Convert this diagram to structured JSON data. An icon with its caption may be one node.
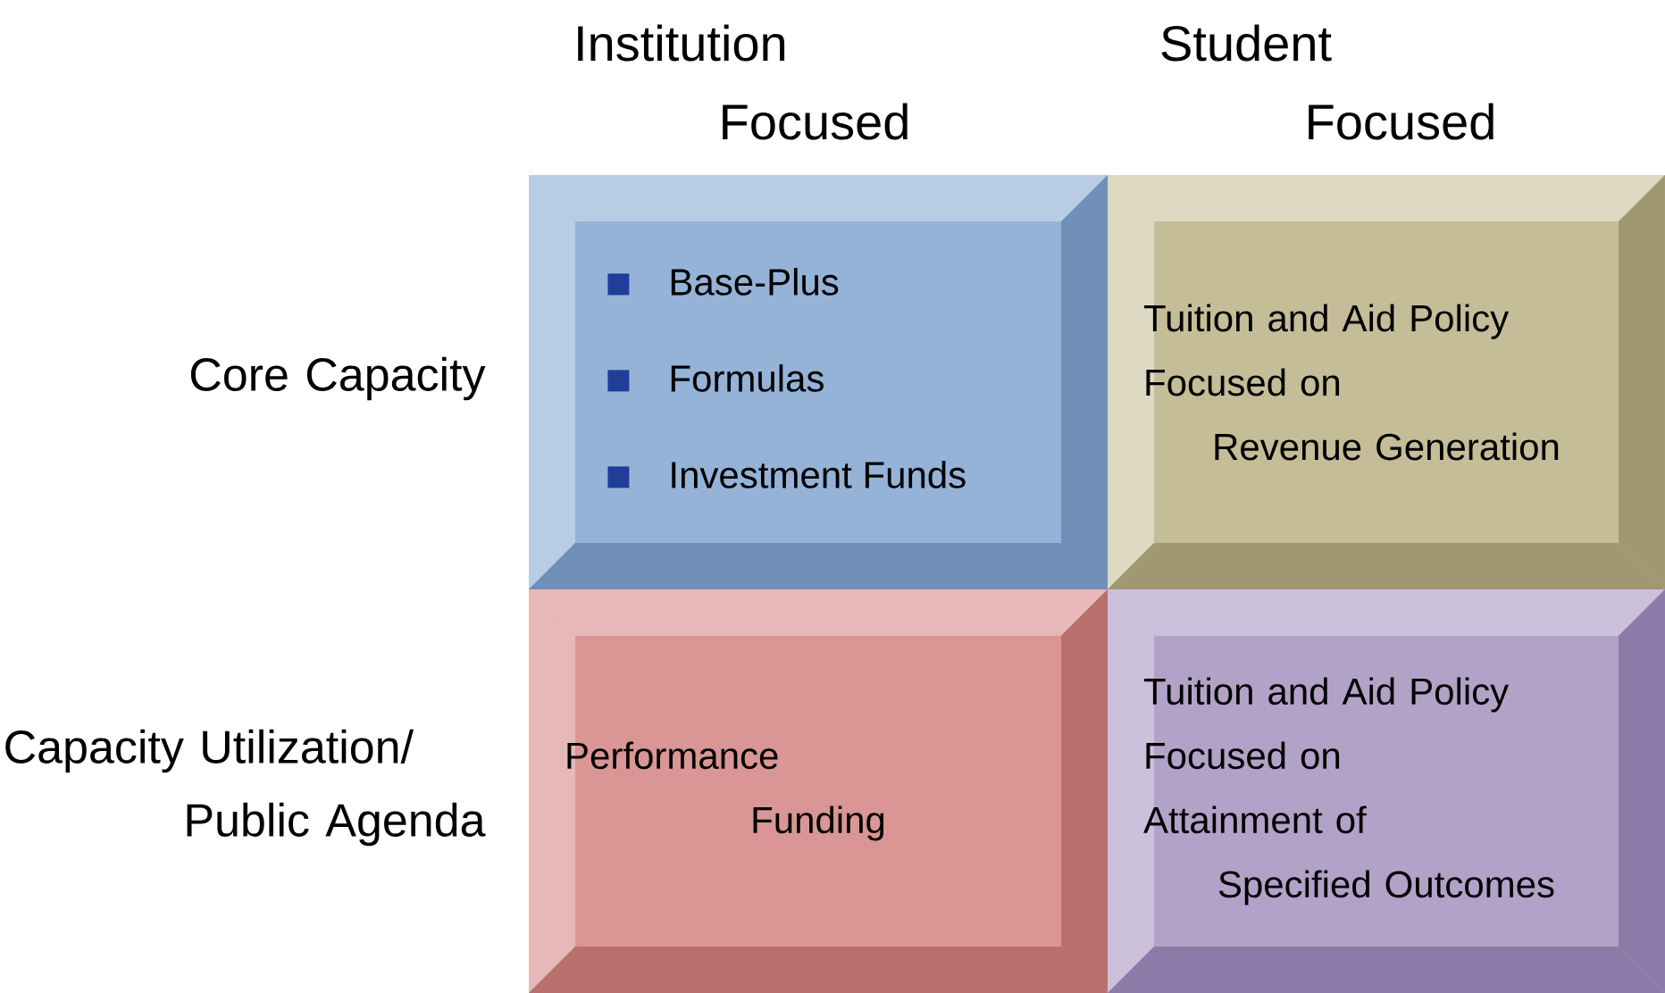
{
  "diagram": {
    "nodes": [
      {
        "text": [
          "Base-Plus",
          "Formulas",
          "Investment Funds"
        ]
      },
      {
        "text": [
          "Tuition and Aid Policy Focused on Revenue Generation"
        ]
      },
      {
        "text": [
          "Performance Funding"
        ]
      },
      {
        "text": [
          "Tuition and Aid Policy Focused on Attainment of Specified Outcomes"
        ]
      }
    ],
    "labels": [
      "Institution Focused",
      "Student Focused",
      "Core Capacity",
      "Capacity Utilization/ Public Agenda"
    ]
  }
}
